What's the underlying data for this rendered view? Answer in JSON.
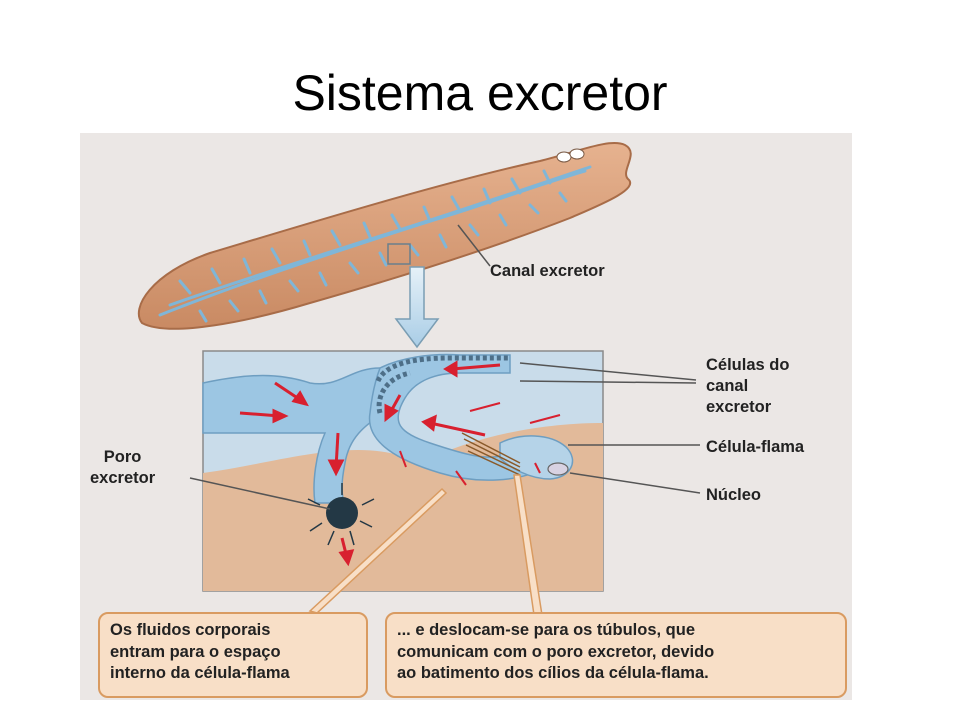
{
  "slide": {
    "title": "Sistema excretor"
  },
  "figure": {
    "labels": {
      "canal_excretor": "Canal excretor",
      "celulas_do_canal": [
        "Células do",
        "canal",
        "excretor"
      ],
      "celula_flama": "Célula-flama",
      "poro_excretor": [
        "Poro",
        "excretor"
      ],
      "nucleo": "Núcleo"
    },
    "captions": {
      "left": [
        "Os fluidos corporais",
        "entram para o espaço",
        "interno da célula-flama"
      ],
      "right": [
        "... e deslocam-se para os túbulos, que",
        "comunicam com o poro excretor, devido",
        "ao batimento dos cílios da célula-flama."
      ]
    },
    "colors": {
      "figure_background": "#ebe7e5",
      "worm_body": "#d9a07c",
      "canal_network": "#7fb6d8",
      "inset_tissue": "#e2ba9a",
      "tubule": "#9cc6e3",
      "flow_arrows": "#d8202f",
      "caption_fill": "#f8dfc7",
      "caption_border": "#d99b61"
    }
  }
}
